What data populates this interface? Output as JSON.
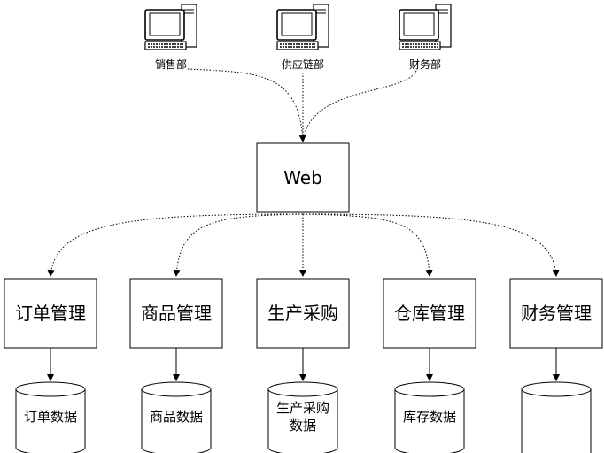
{
  "departments": [
    {
      "id": "sales",
      "label": "销售部"
    },
    {
      "id": "supply",
      "label": "供应链部"
    },
    {
      "id": "finance",
      "label": "财务部"
    }
  ],
  "web": {
    "label": "Web"
  },
  "modules": [
    {
      "id": "order",
      "label": "订单管理"
    },
    {
      "id": "goods",
      "label": "商品管理"
    },
    {
      "id": "purchase",
      "label": "生产采购"
    },
    {
      "id": "warehouse",
      "label": "仓库管理"
    },
    {
      "id": "finance",
      "label": "财务管理"
    }
  ],
  "databases": [
    {
      "id": "order",
      "lines": [
        "订单数据"
      ]
    },
    {
      "id": "goods",
      "lines": [
        "商品数据"
      ]
    },
    {
      "id": "purchase",
      "lines": [
        "生产采购",
        "数据"
      ]
    },
    {
      "id": "warehouse",
      "lines": [
        "库存数据"
      ]
    },
    {
      "id": "finance",
      "lines": []
    }
  ]
}
